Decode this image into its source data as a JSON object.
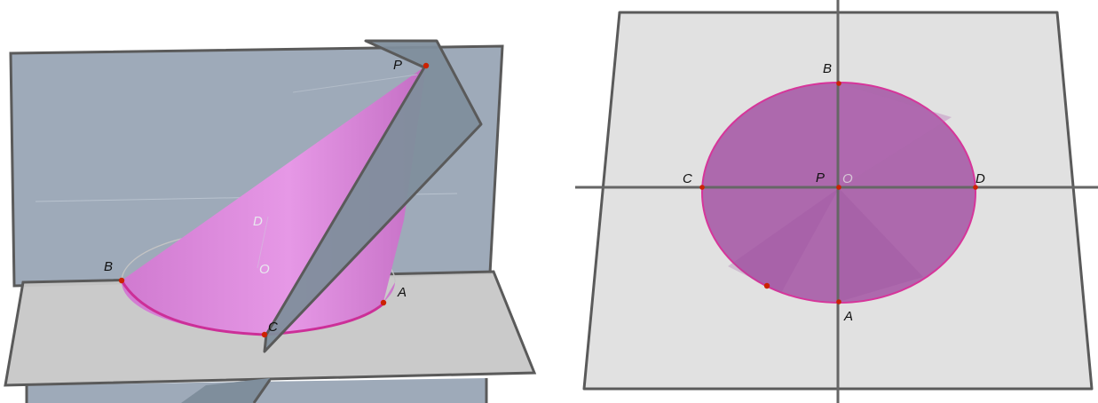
{
  "left_view": {
    "labels": {
      "P": "P",
      "B": "B",
      "A": "A",
      "C": "C",
      "D": "D",
      "O": "O"
    }
  },
  "right_view": {
    "labels": {
      "B": "B",
      "C": "C",
      "P": "P",
      "O": "O",
      "D": "D",
      "A": "A"
    }
  },
  "colors": {
    "vertical_plane": "#9eaab9",
    "cutting_plane": "#7f8e9c",
    "base_plane": "#c8c8c8",
    "cone": "#e08fe0",
    "cone_edge": "#d0309a",
    "disk": "#a85ea8",
    "point": "#cc2200",
    "frame": "#555555",
    "axis": "#666666"
  }
}
